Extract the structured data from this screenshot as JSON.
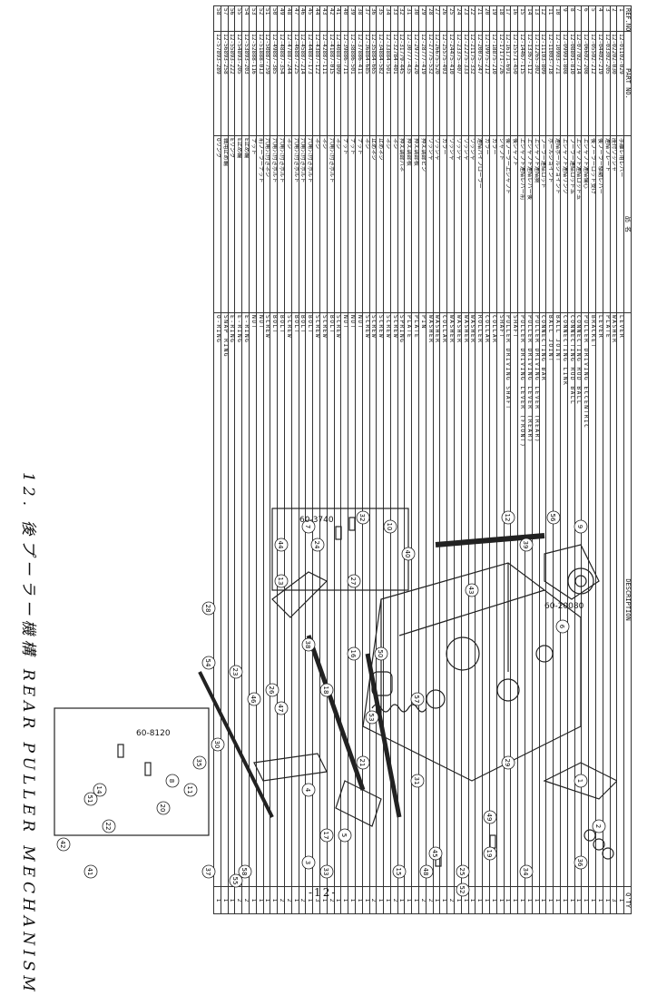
{
  "title": "12. 後プーラー機構 REAR PULLER MECHANISM",
  "page_number": "-12-",
  "table": {
    "headers": [
      "REF.NO.",
      "PART NO.",
      "品 名",
      "DESCRIPTION",
      "Q'TY"
    ],
    "rows": [
      [
        "1",
        "12-01102-029",
        "手離レ用レバー",
        "LEVER",
        "1"
      ],
      [
        "2",
        "12-02202-030",
        "座付ワッシャ",
        "WASHER",
        "3"
      ],
      [
        "3",
        "12-03302-205",
        "連結プレート",
        "PLATE",
        "1"
      ],
      [
        "4",
        "12-04402-219",
        "後プーラー駆動レバー",
        "LEVER",
        "1"
      ],
      [
        "5",
        "12-05502-212",
        "後プーラーロッド受け",
        "BRACKET",
        "1"
      ],
      [
        "6",
        "12-06602-208",
        "上シャフト連結偏心",
        "PULLER DRIVING ECCENTRIC",
        "1"
      ],
      [
        "7",
        "12-07702-714",
        "上シャフト連結ロッド玉",
        "CONNECTING ROD BALL",
        "1"
      ],
      [
        "8",
        "12-08801-810",
        "プーラー連結ロッド玉",
        "CONNECTING ROD BALL",
        "1"
      ],
      [
        "9",
        "12-09901-808",
        "上シャフト連結リンク",
        "CONNECTING LINK",
        "1"
      ],
      [
        "10",
        "12-10903-721",
        "連結ボールジョイント",
        "BALL JOINT",
        "1"
      ],
      [
        "11",
        "12-11003-718",
        "ボールジョイント",
        "BALL JOINT",
        "1"
      ],
      [
        "12",
        "12-11103-809",
        "プーラー連結ロッド",
        "CONNECTING BAR",
        "1"
      ],
      [
        "13",
        "12-12265-302",
        "上シャフト連結腕",
        "PULLER DRIVING LEVER (REAR)",
        "1"
      ],
      [
        "14",
        "12-13367-112",
        "上シャフト連結レバー後",
        "PULLER DRIVING LEVER (REAR)",
        "1"
      ],
      [
        "15",
        "12-14467-115",
        "上シャフト連結レバー前",
        "PULLER DRIVING LEVER (FRONT)",
        "1"
      ],
      [
        "16",
        "12-15571-450",
        "後シャフト",
        "SHAFT",
        "1"
      ],
      [
        "17",
        "12-16171-691",
        "後プーラー上シャフト",
        "PULLER DRIVING SHAFT",
        "1"
      ],
      [
        "18",
        "12-17171-726",
        "シャフト",
        "SHAFT",
        "1"
      ],
      [
        "19",
        "12-18875-210",
        "カラー",
        "COLLAR",
        "1"
      ],
      [
        "20",
        "12-19975-212",
        "カラー",
        "COLLAR",
        "1"
      ],
      [
        "21",
        "12-20075-247",
        "連結パイプローラー",
        "ROLLER",
        "1"
      ],
      [
        "22",
        "12-21175-332",
        "ワッシャ",
        "WASHER",
        "1"
      ],
      [
        "23",
        "12-22275-333",
        "ワッシャ",
        "WASHER",
        "1"
      ],
      [
        "24",
        "12-23375-407",
        "ワッシャ",
        "WASHER",
        "1"
      ],
      [
        "25",
        "12-24475-410",
        "ワッシャ",
        "WASHER",
        "2"
      ],
      [
        "26",
        "12-25575-493",
        "カラー",
        "COLLAR",
        "1"
      ],
      [
        "27",
        "12-26675-520",
        "ワッシャ",
        "WASHER",
        "1"
      ],
      [
        "28",
        "12-27775-532",
        "ワッシャ",
        "WASHER",
        "2"
      ],
      [
        "29",
        "12-28777-419",
        "押え調節ピン",
        "PIN",
        "2"
      ],
      [
        "30",
        "12-29777-420",
        "押え調節板",
        "PLATE",
        "1"
      ],
      [
        "31",
        "12-30777-435",
        "押え調節板",
        "PLATE",
        "1"
      ],
      [
        "32",
        "12-31779-445",
        "押え調節バネ",
        "SPRING",
        "1"
      ],
      [
        "33",
        "12-32784-401",
        "ネジ",
        "SCREW",
        "2"
      ],
      [
        "34",
        "12-33884-501",
        "ネジ",
        "SCREW",
        "1"
      ],
      [
        "35",
        "12-34884-582",
        "止めネジ",
        "SCREW",
        "1"
      ],
      [
        "36",
        "12-35884-665",
        "止めネジ",
        "SCREW",
        "2"
      ],
      [
        "37",
        "12-36884-685",
        "ネジ",
        "SCREW",
        "1"
      ],
      [
        "38",
        "12-37886-411",
        "ナット",
        "NUT",
        "1"
      ],
      [
        "39",
        "12-38886-501",
        "ナット",
        "NUT",
        "1"
      ],
      [
        "40",
        "12-39886-711",
        "ナット",
        "NUT",
        "1"
      ],
      [
        "41",
        "12-40887-009",
        "ネジ",
        "SCREW",
        "1"
      ],
      [
        "42",
        "12-41887-015",
        "六角穴付きボルト",
        "BOLT",
        "2"
      ],
      [
        "43",
        "12-42887-111",
        "ネジ",
        "SCREW",
        "1"
      ],
      [
        "44",
        "12-43887-122",
        "ネジ",
        "SCREW",
        "3"
      ],
      [
        "45",
        "12-44887-173",
        "六角穴付きボルト",
        "BOLT",
        "1"
      ],
      [
        "46",
        "12-45887-214",
        "六角穴付きボルト",
        "BOLT",
        "2"
      ],
      [
        "47",
        "12-46887-225",
        "六角穴付きボルト",
        "BOLT",
        "1"
      ],
      [
        "48",
        "12-47887-244",
        "ネジ",
        "SCREW",
        "2"
      ],
      [
        "49",
        "12-48887-354",
        "六角穴付きボルト",
        "BOLT",
        "2"
      ],
      [
        "50",
        "12-49887-385",
        "六角穴付きボルト",
        "BOLT",
        "1"
      ],
      [
        "51",
        "12-50887-759",
        "六角穴付きネジ",
        "SCREW",
        "1"
      ],
      [
        "52",
        "12-51888-013",
        "前プーラーナット",
        "NUT",
        "1"
      ],
      [
        "53",
        "12-52888-116",
        "ナット",
        "NUT",
        "1"
      ],
      [
        "54",
        "12-53893-203",
        "E止め輪",
        "E-RING",
        "2"
      ],
      [
        "55",
        "12-54893-205",
        "E止め輪",
        "E-RING",
        "2"
      ],
      [
        "56",
        "12-55893-222",
        "Eリング",
        "E-RING",
        "1"
      ],
      [
        "57",
        "12-56893-258",
        "軸用止め輪",
        "SNAP RING",
        "1"
      ],
      [
        "58",
        "12-57893-289",
        "Oリング",
        "O-RING",
        "1"
      ]
    ]
  },
  "diagram": {
    "callouts": [
      "1",
      "2",
      "3",
      "4",
      "5",
      "6",
      "7",
      "8",
      "9",
      "10",
      "11",
      "12",
      "13",
      "14",
      "15",
      "16",
      "17",
      "18",
      "19",
      "20",
      "21",
      "22",
      "23",
      "24",
      "25",
      "26",
      "27",
      "28",
      "29",
      "30",
      "31",
      "32",
      "33",
      "34",
      "35",
      "36",
      "37",
      "38",
      "39",
      "40",
      "41",
      "42",
      "43",
      "44",
      "45",
      "46",
      "47",
      "48",
      "49",
      "50",
      "51",
      "52",
      "53",
      "54",
      "55",
      "56",
      "57",
      "58"
    ],
    "inset_labels": [
      "60-8120",
      "60-3740",
      "60-20080"
    ]
  }
}
